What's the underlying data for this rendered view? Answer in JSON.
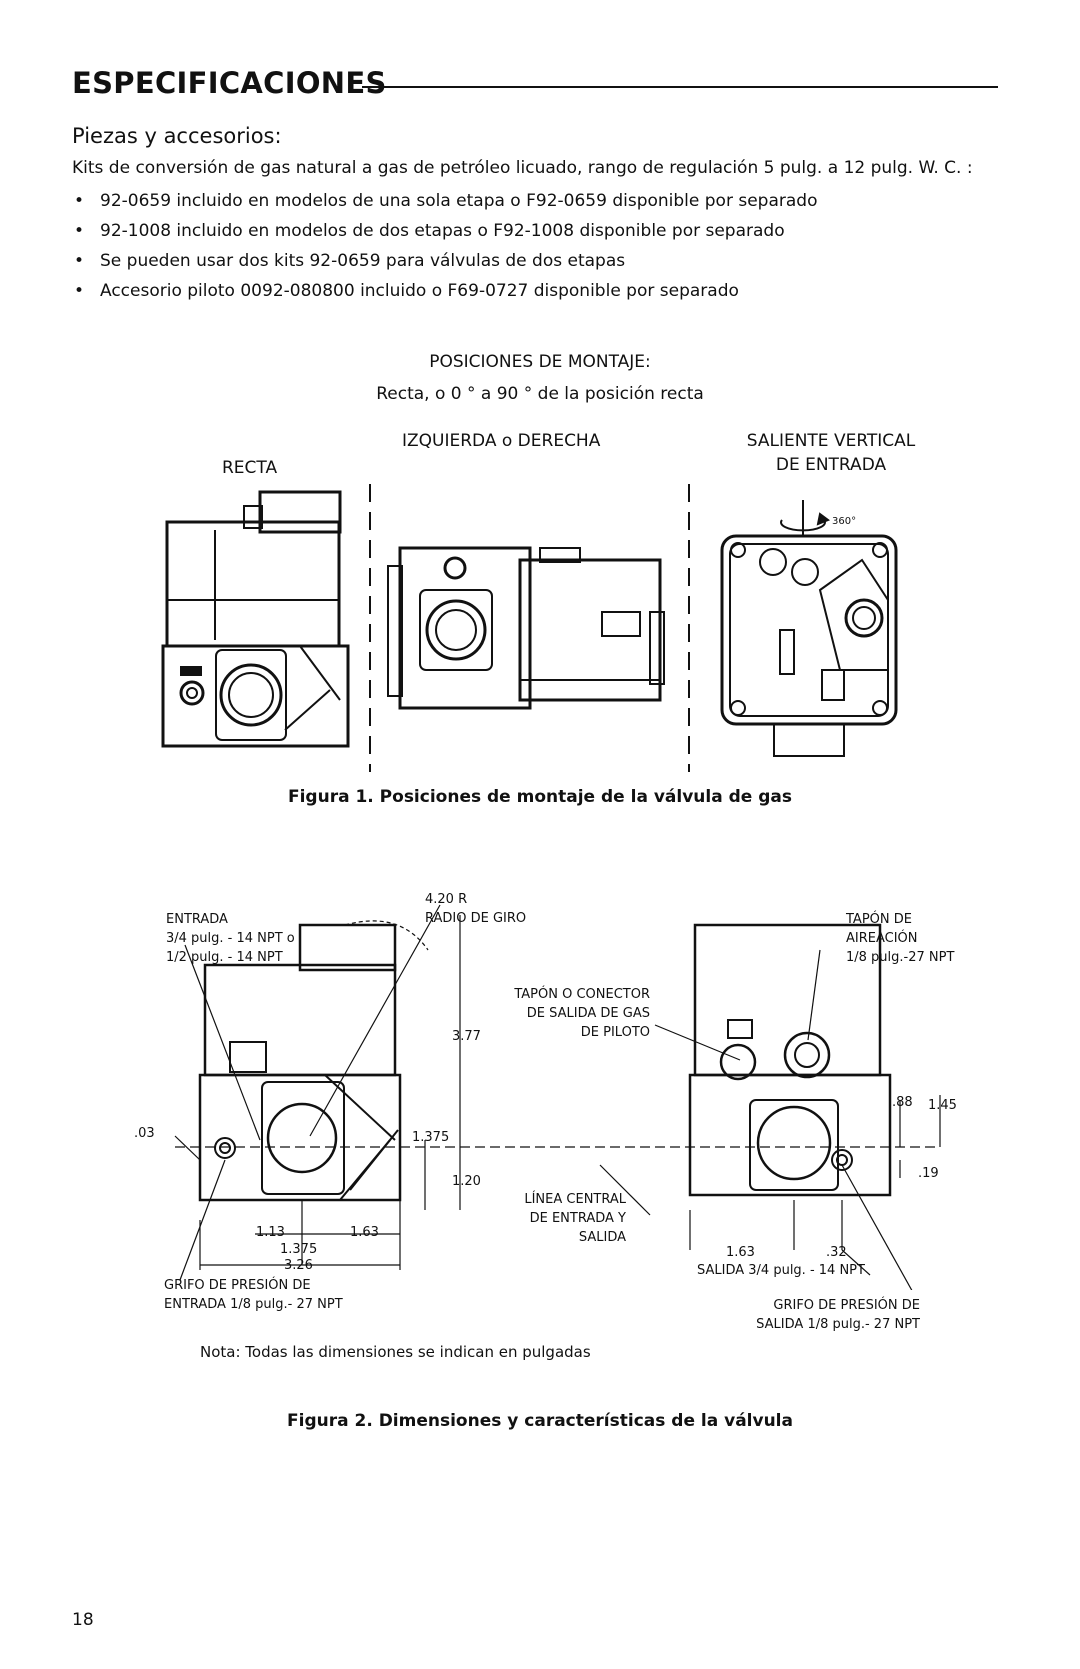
{
  "section": {
    "title": "ESPECIFICACIONES"
  },
  "parts": {
    "title": "Piezas y accesorios:",
    "intro": "Kits de conversión de gas natural a gas de petróleo licuado, rango de regulación 5 pulg. a 12 pulg. W. C. :",
    "bullets": [
      "92-0659 incluido en modelos de una sola etapa o F92-0659 disponible por separado",
      "92-1008 incluido en modelos de dos etapas o F92-1008 disponible por separado",
      "Se pueden usar dos kits 92-0659 para válvulas de dos etapas",
      "Accesorio piloto 0092-080800 incluido o F69-0727 disponible por separado"
    ]
  },
  "figure1": {
    "heading": "POSICIONES DE MONTAJE:",
    "subheading": "Recta, o 0 ° a 90 ° de la posición recta",
    "view_recta": "RECTA",
    "view_side": "IZQUIERDA o DERECHA",
    "view_vertical_line1": "SALIENTE VERTICAL",
    "view_vertical_line2": "DE ENTRADA",
    "rotation_label": "360°",
    "caption": "Figura 1. Posiciones de montaje de la válvula de gas"
  },
  "figure2": {
    "inlet_line1": "ENTRADA",
    "inlet_line2": "3/4 pulg. - 14 NPT o",
    "inlet_line3": "1/2 pulg. - 14 NPT",
    "radius_line1": "4.20 R",
    "radius_line2": "RADIO DE GIRO",
    "pilot_line1": "TAPÓN O CONECTOR",
    "pilot_line2": "DE SALIDA DE GAS",
    "pilot_line3": "DE PILOTO",
    "vent_line1": "TAPÓN DE",
    "vent_line2": "AIREACIÓN",
    "vent_line3": "1/8 pulg.-27 NPT",
    "dim_377": "3.77",
    "dim_1375_v": "1.375",
    "dim_120": "1.20",
    "dim_003": ".03",
    "dim_113": "1.13",
    "dim_163_left": "1.63",
    "dim_1375_h": "1.375",
    "dim_326": "3.26",
    "dim_088": ".88",
    "dim_145": "1.45",
    "dim_019": ".19",
    "dim_163_right": "1.63",
    "dim_032": ".32",
    "centerline_line1": "LÍNEA CENTRAL",
    "centerline_line2": "DE ENTRADA Y",
    "centerline_line3": "SALIDA",
    "outlet": "SALIDA 3/4 pulg. - 14 NPT",
    "inlet_tap_line1": "GRIFO DE PRESIÓN DE",
    "inlet_tap_line2": "ENTRADA 1/8 pulg.- 27 NPT",
    "outlet_tap_line1": "GRIFO DE PRESIÓN DE",
    "outlet_tap_line2": "SALIDA 1/8 pulg.- 27 NPT",
    "note": "Nota: Todas las dimensiones se indican en pulgadas",
    "caption": "Figura 2. Dimensiones y características de la válvula"
  },
  "page_number": "18"
}
